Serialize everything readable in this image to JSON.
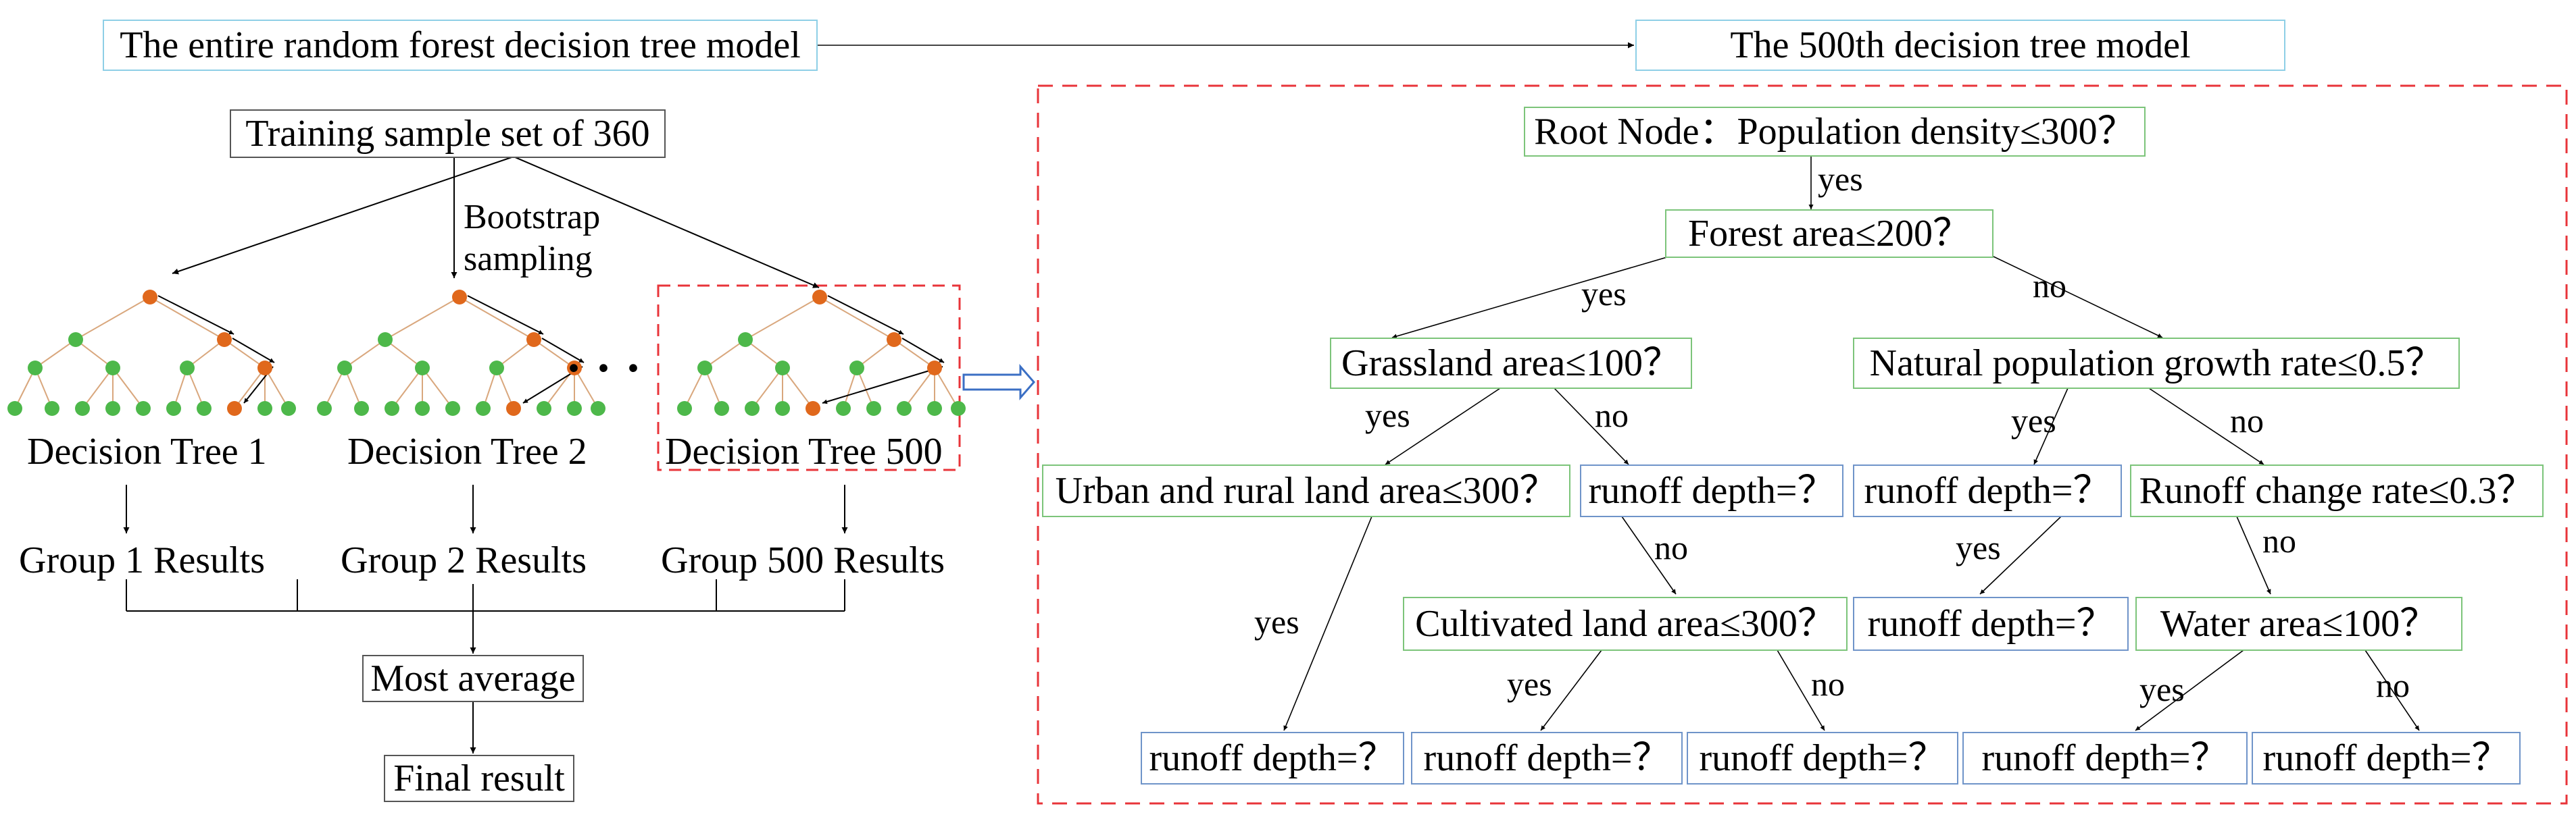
{
  "header": {
    "left_title": "The entire random forest decision tree model",
    "right_title": "The 500th decision tree model"
  },
  "forest": {
    "training_set": "Training sample set of 360",
    "bootstrap_line1": "Bootstrap",
    "bootstrap_line2": "sampling",
    "ellipsis": "...",
    "trees": [
      {
        "label": "Decision Tree 1",
        "result": "Group 1 Results"
      },
      {
        "label": "Decision Tree 2",
        "result": "Group 2 Results"
      },
      {
        "label": "Decision Tree 500",
        "result": "Group 500 Results"
      }
    ],
    "aggregate": "Most average",
    "final": "Final result"
  },
  "tree500": {
    "root": "Root Node：Population density≤300？",
    "forest_area": "Forest area≤200？",
    "grassland": "Grassland area≤100？",
    "natural_pop": "Natural population growth rate≤0.5？",
    "urban_rural": "Urban and rural land area≤300？",
    "runoff_1": "runoff depth=？",
    "runoff_2": "runoff depth=？",
    "runoff_change": "Runoff change rate≤0.3？",
    "cultivated": "Cultivated land area≤300？",
    "runoff_3": "runoff depth=？",
    "water_area": "Water area≤100？",
    "leaf_1": "runoff depth=？",
    "leaf_2": "runoff depth=？",
    "leaf_3": "runoff depth=？",
    "leaf_4": "runoff depth=？",
    "leaf_5": "runoff depth=？",
    "edge_labels": {
      "root_yes": "yes",
      "fa_yes": "yes",
      "fa_no": "no",
      "gr_yes": "yes",
      "gr_no": "no",
      "np_yes": "yes",
      "np_no": "no",
      "ur_yes": "yes",
      "rd_no": "no",
      "rd2_yes": "yes",
      "rc_no": "no",
      "cu_yes": "yes",
      "cu_no": "no",
      "wa_yes": "yes",
      "wa_no": "no"
    }
  },
  "colors": {
    "orange_node": "#e0681c",
    "green_node": "#4db84a",
    "tree_edge": "#d9a77d",
    "red_dash": "#e8343a",
    "cyan_border": "#8ecfe6",
    "green_border": "#7cc47a",
    "blue_border": "#6f94c9",
    "pointer_arrow": "#3b6fc4"
  },
  "icons": {
    "pointer": "hollow-right-arrow-icon"
  }
}
